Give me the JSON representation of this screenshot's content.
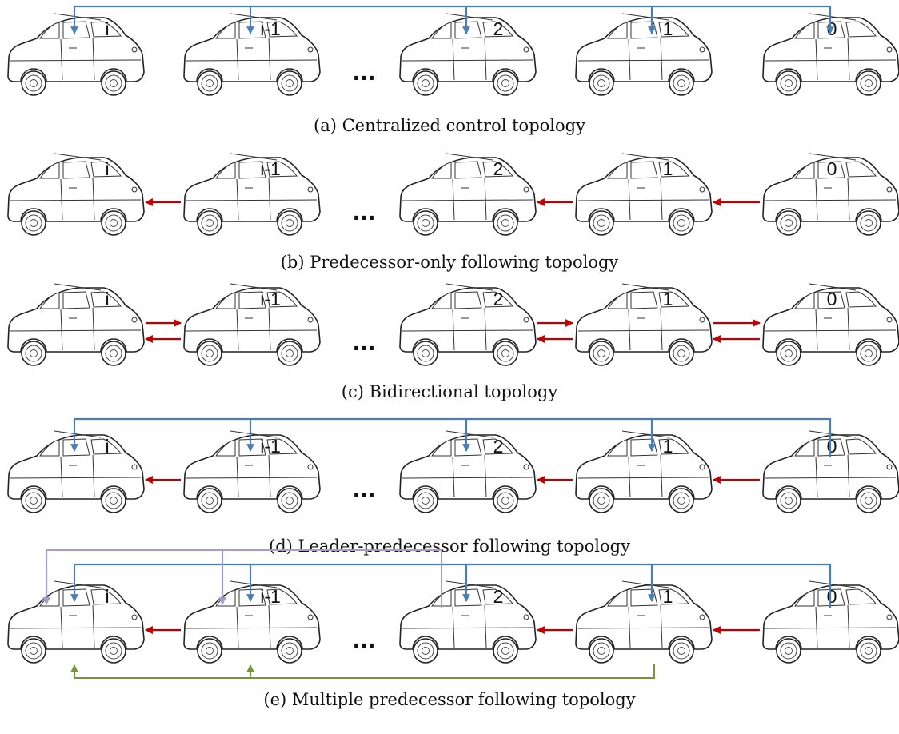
{
  "cars": [
    "i",
    "i-1",
    "2",
    "1",
    "0"
  ],
  "ellipsis": "...",
  "colors": {
    "leader_link": "#4a7ebb",
    "predecessor_link": "#c00000",
    "second_leader_link": "#a99bc9",
    "multi_link": "#77933c"
  },
  "panels": [
    {
      "caption": "(a) Centralized control topology"
    },
    {
      "caption": "(b) Predecessor-only following topology"
    },
    {
      "caption": "(c) Bidirectional topology"
    },
    {
      "caption": "(d) Leader-predecessor following topology"
    },
    {
      "caption": "(e) Multiple predecessor following topology"
    }
  ]
}
